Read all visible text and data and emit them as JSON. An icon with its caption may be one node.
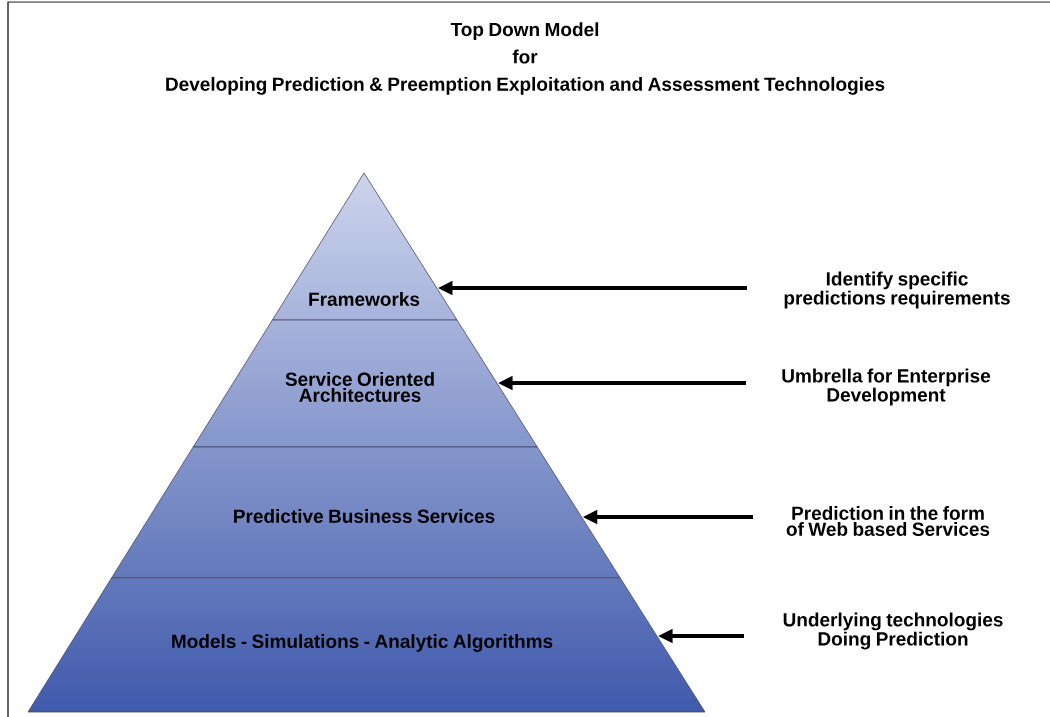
{
  "diagram": {
    "title": "Top Down Model for Developing Prediction & Preemption Exploitation and Assessment Technologies",
    "nodes": [
      {
        "text": [
          "Frameworks"
        ]
      },
      {
        "text": [
          "Service Oriented Architectures"
        ]
      },
      {
        "text": [
          "Predictive Business Services"
        ]
      },
      {
        "text": [
          "Models - Simulations - Analytic Algorithms"
        ]
      },
      {
        "text": [
          "Identify specific predictions requirements"
        ]
      },
      {
        "text": [
          "Umbrella for Enterprise Development"
        ]
      },
      {
        "text": [
          "Prediction in the form of Web based Services"
        ]
      },
      {
        "text": [
          "Underlying technologies Doing Prediction"
        ]
      }
    ],
    "edges": [
      {
        "from": 4,
        "to": 0,
        "arrow": "to"
      },
      {
        "from": 5,
        "to": 1,
        "arrow": "to"
      },
      {
        "from": 6,
        "to": 2,
        "arrow": "to"
      },
      {
        "from": 7,
        "to": 3,
        "arrow": "to"
      }
    ]
  }
}
